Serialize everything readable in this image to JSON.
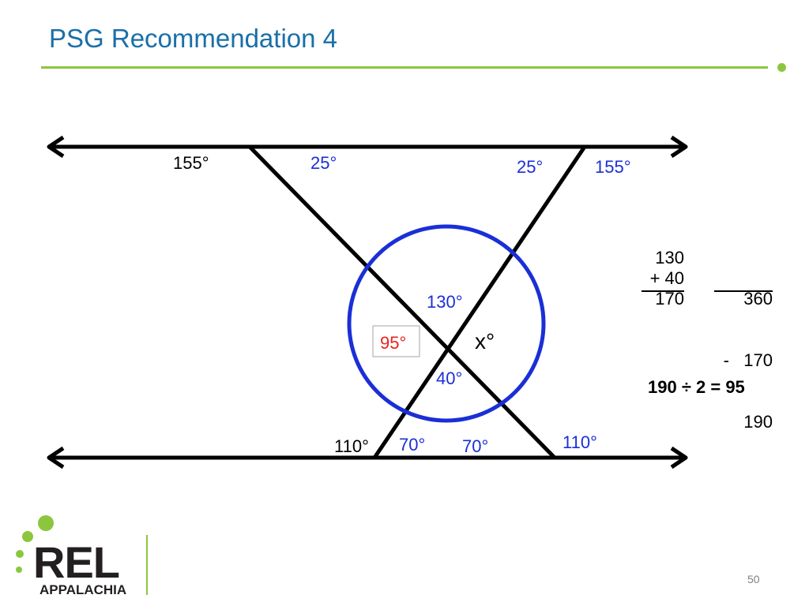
{
  "slide": {
    "title": "PSG Recommendation 4",
    "page_number": "50"
  },
  "diagram": {
    "angles": {
      "top_left_outer": "155°",
      "top_left_inner": "25°",
      "top_right_inner": "25°",
      "top_right_outer": "155°",
      "center_top": "130°",
      "center_left": "95°",
      "center_right": "x°",
      "center_bottom": "40°",
      "bottom_left_outer": "110°",
      "bottom_left_inner": "70°",
      "bottom_right_inner": "70°",
      "bottom_right_outer": "110°"
    },
    "colors": {
      "lines": "#000000",
      "circle": "#1a2fd6",
      "blue_labels": "#1a2fd6",
      "highlight_label": "#e8231d",
      "highlight_box_border": "#a6a6a6"
    }
  },
  "calculation": {
    "sum": {
      "a": "130",
      "b": "+ 40",
      "result": "170"
    },
    "difference": {
      "a": "360",
      "b": "-   170",
      "result": "190"
    },
    "final": "190 ÷ 2 = 95"
  },
  "logo": {
    "name": "REL",
    "subtitle": "APPALACHIA",
    "colors": {
      "green": "#8cc63f",
      "text": "#231f20"
    }
  }
}
